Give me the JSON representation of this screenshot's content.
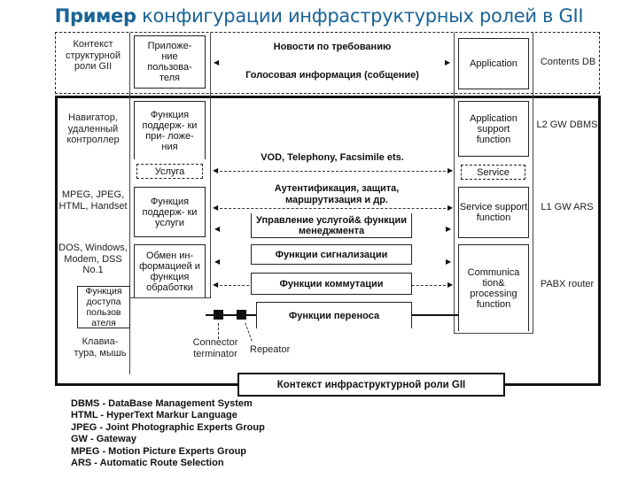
{
  "title": {
    "bold": "Пример",
    "rest": " конфигурации инфраструктурных ролей в GII",
    "color": "#1a6496"
  },
  "top_row": {
    "left_label": "Контекст структурной роли GII",
    "user_app": "Приложе- ние пользова- теля",
    "line1": "Новости по требованию",
    "line2": "Голосовая информация (собщение)",
    "application": "Application",
    "contents_db": "Contents DB"
  },
  "left_labels": {
    "navigator": "Навигатор, удаленный контроллер",
    "formats": "MPEG, JPEG, HTML, Handset",
    "os": "DOS, Windows, Modem, DSS No.1",
    "keyboard": "Клавиа- тура, мышь"
  },
  "left_column": {
    "app_support": "Функция поддерж- ки при- ложе- ния",
    "service": "Услуга",
    "service_support": "Функция поддерж- ки услуги",
    "exchange": "Обмен ин- формацией и функция обработки",
    "user_access": "Функция доступа пользов ателя"
  },
  "center": {
    "vod": "VOD, Telephony, Facsimile ets.",
    "auth": "Аутентификация, защита, маршрутизация и др.",
    "mgmt": "Управление услугой& функции менеджмента",
    "signal": "Функции сигнализации",
    "switch": "Функции коммутации",
    "transport": "Функции переноса"
  },
  "right_column": {
    "app_support": "Application support function",
    "service": "Service",
    "service_support": "Service support function",
    "comm": "Communica tion& processing function"
  },
  "right_labels": {
    "l2": "L2 GW DBMS",
    "l1": "L1 GW ARS",
    "pabx": "PABX router"
  },
  "connectors": {
    "connector": "Connector terminator",
    "repeater": "Repeator"
  },
  "bottom_context": "Контекст инфраструктурной роли GII",
  "legend": [
    "DBMS - DataBase Management System",
    "HTML - HyperText Markur Language",
    "JPEG - Joint Photographic Experts Group",
    "GW - Gateway",
    "MPEG - Motion Picture Experts Group",
    "ARS - Automatic Route Selection"
  ]
}
